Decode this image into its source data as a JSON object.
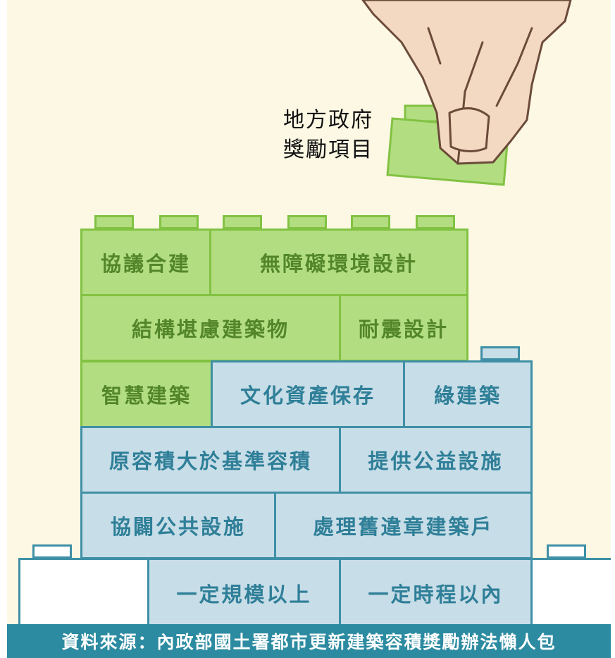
{
  "floating_brick_label": [
    "地方政府",
    "獎勵項目"
  ],
  "bricks": {
    "row1": [
      "協議合建",
      "無障礙環境設計"
    ],
    "row2": [
      "結構堪慮建築物",
      "耐震設計"
    ],
    "row3": [
      "智慧建築",
      "文化資產保存",
      "綠建築"
    ],
    "row4": [
      "原容積大於基準容積",
      "提供公益設施"
    ],
    "row5": [
      "協闢公共設施",
      "處理舊違章建築戶"
    ],
    "row6": [
      "一定規模以上",
      "一定時程以內"
    ]
  },
  "source": "資料來源：內政部國土署都市更新建築容積獎勵辦法懶人包",
  "colors": {
    "background": "#fcf8e4",
    "green_fill": "#b2dd80",
    "green_text": "#53862a",
    "blue_fill": "#c7dde7",
    "blue_text": "#2f7f98",
    "source_bar": "#2c8ba1"
  }
}
